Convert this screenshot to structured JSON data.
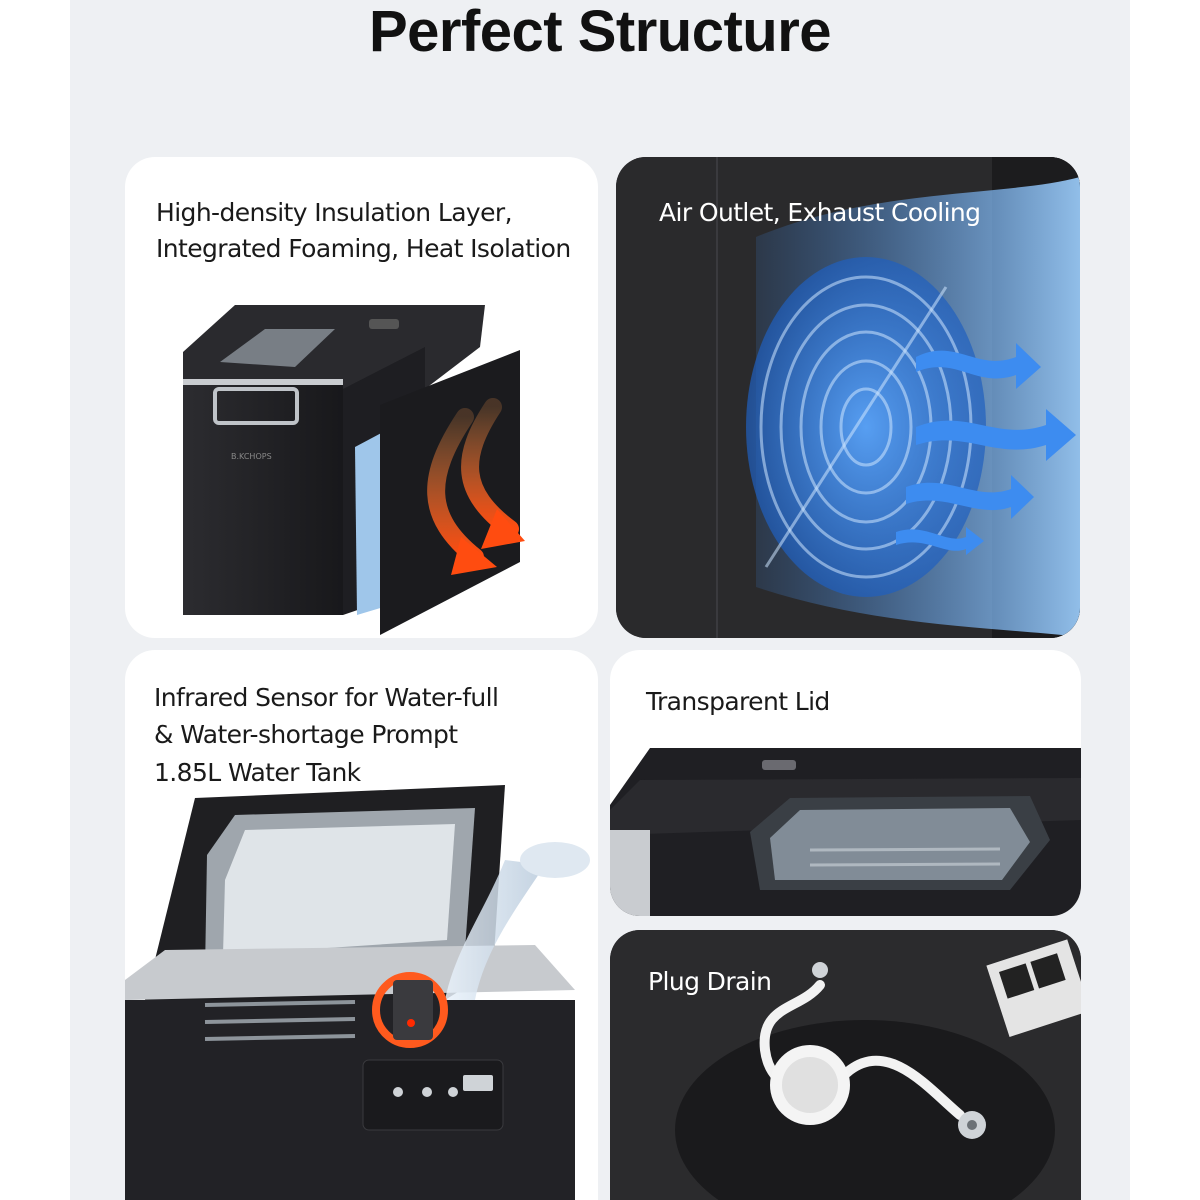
{
  "page": {
    "title": "Perfect Structure",
    "background": "#eef0f3"
  },
  "cards": {
    "insulation": {
      "lines": [
        "High-density Insulation Layer,",
        "Integrated Foaming, Heat Isolation"
      ],
      "brand_mark": "B.KCHOPS"
    },
    "air_outlet": {
      "label": "Air Outlet, Exhaust Cooling"
    },
    "sensor": {
      "lines": [
        "Infrared Sensor for Water-full",
        "& Water-shortage Prompt",
        "1.85L Water Tank"
      ]
    },
    "lid": {
      "label": "Transparent Lid"
    },
    "drain": {
      "label": "Plug Drain"
    }
  },
  "colors": {
    "machine_body": "#222226",
    "accent_orange": "#ff5a1e",
    "airflow_blue": "#3d8cf0",
    "insulation_blue": "#9fc6ea"
  }
}
